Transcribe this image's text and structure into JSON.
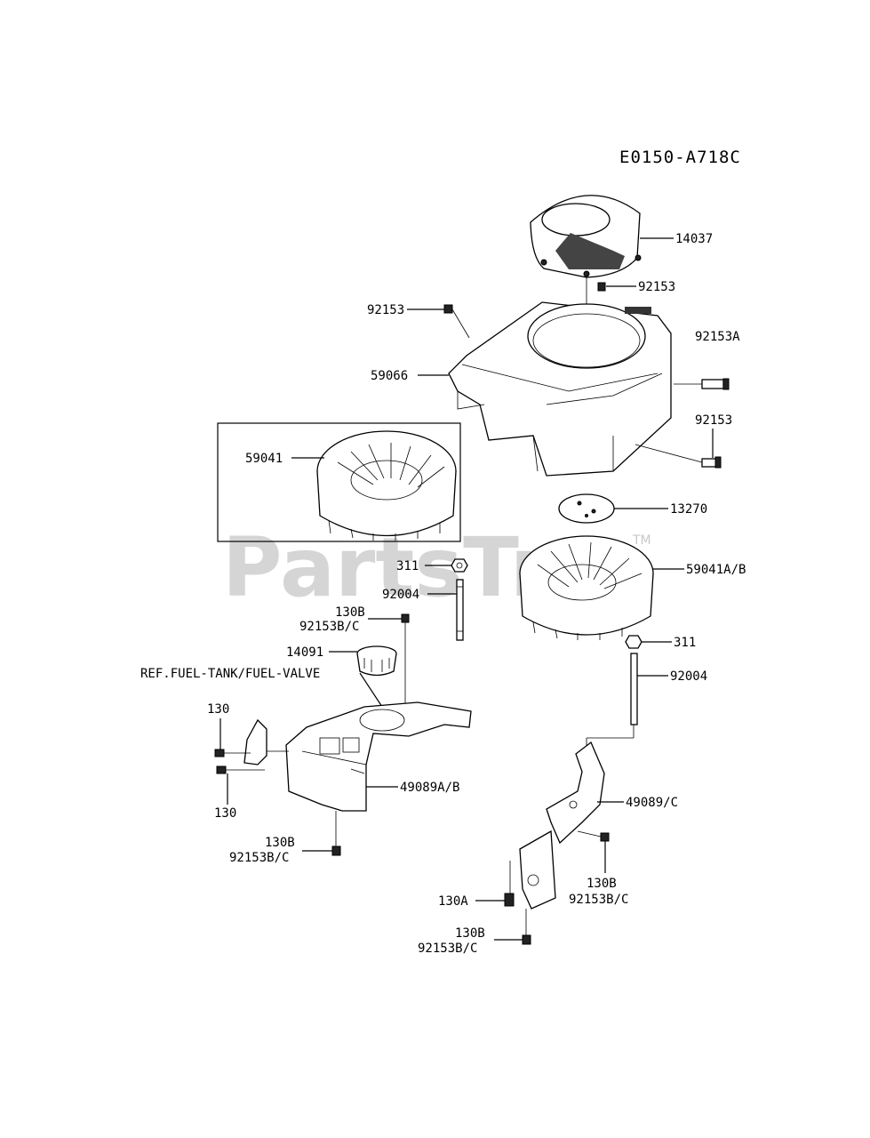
{
  "diagram_code": "E0150-A718C",
  "watermark": {
    "text": "PartsTr",
    "mark": "TM"
  },
  "labels": {
    "l14037": "14037",
    "l92153_top": "92153",
    "l92153_left": "92153",
    "l92153A": "92153A",
    "l59066": "59066",
    "l92153_right": "92153",
    "l59041": "59041",
    "l13270": "13270",
    "l311_a": "311",
    "l59041AB": "59041A/B",
    "l92004_a": "92004",
    "l130B_a": "130B",
    "l92153BC_a": "92153B/C",
    "l14091": "14091",
    "lref": "REF.FUEL-TANK/FUEL-VALVE",
    "l311_b": "311",
    "l92004_b": "92004",
    "l130_a": "130",
    "l130_b": "130",
    "l49089AB": "49089A/B",
    "l49089C": "49089/C",
    "l130B_b": "130B",
    "l92153BC_b": "92153B/C",
    "l130B_c": "130B",
    "l92153BC_c": "92153B/C",
    "l130A": "130A",
    "l130B_d": "130B",
    "l92153BC_d": "92153B/C"
  }
}
